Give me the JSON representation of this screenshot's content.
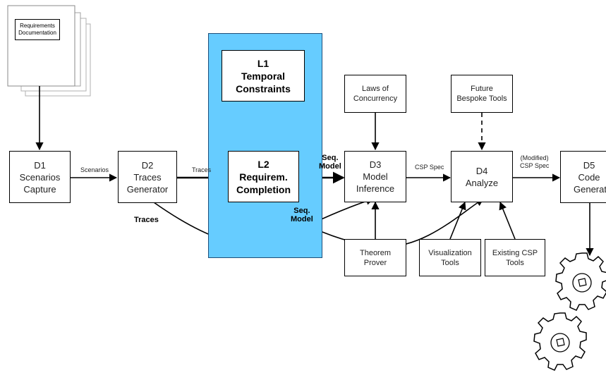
{
  "document": {
    "line1": "Requirements",
    "line2": "Documentation"
  },
  "boxes": {
    "d1": [
      "D1",
      "Scenarios",
      "Capture"
    ],
    "d2": [
      "D2",
      "Traces",
      "Generator"
    ],
    "l1": [
      "L1",
      "Temporal",
      "Constraints"
    ],
    "l2": [
      "L2",
      "Requirem.",
      "Completion"
    ],
    "laws": [
      "Laws of",
      "Concurrency"
    ],
    "d3": [
      "D3",
      "Model",
      "Inference"
    ],
    "theorem": [
      "Theorem",
      "Prover"
    ],
    "future": [
      "Future",
      "Bespoke Tools"
    ],
    "d4": [
      "D4",
      "Analyze"
    ],
    "visualization": [
      "Visualization",
      "Tools"
    ],
    "existing": [
      "Existing CSP",
      "Tools"
    ],
    "d5": [
      "D5",
      "Code",
      "Generator"
    ]
  },
  "labels": {
    "scenarios": "Scenarios",
    "traces_small": "Traces",
    "traces_bold": "Traces",
    "seq_model_top": [
      "Seq.",
      "Model"
    ],
    "seq_model_bottom": [
      "Seq.",
      "Model"
    ],
    "csp_spec": "CSP Spec",
    "modified_csp": [
      "(Modified)",
      "CSP Spec"
    ]
  }
}
